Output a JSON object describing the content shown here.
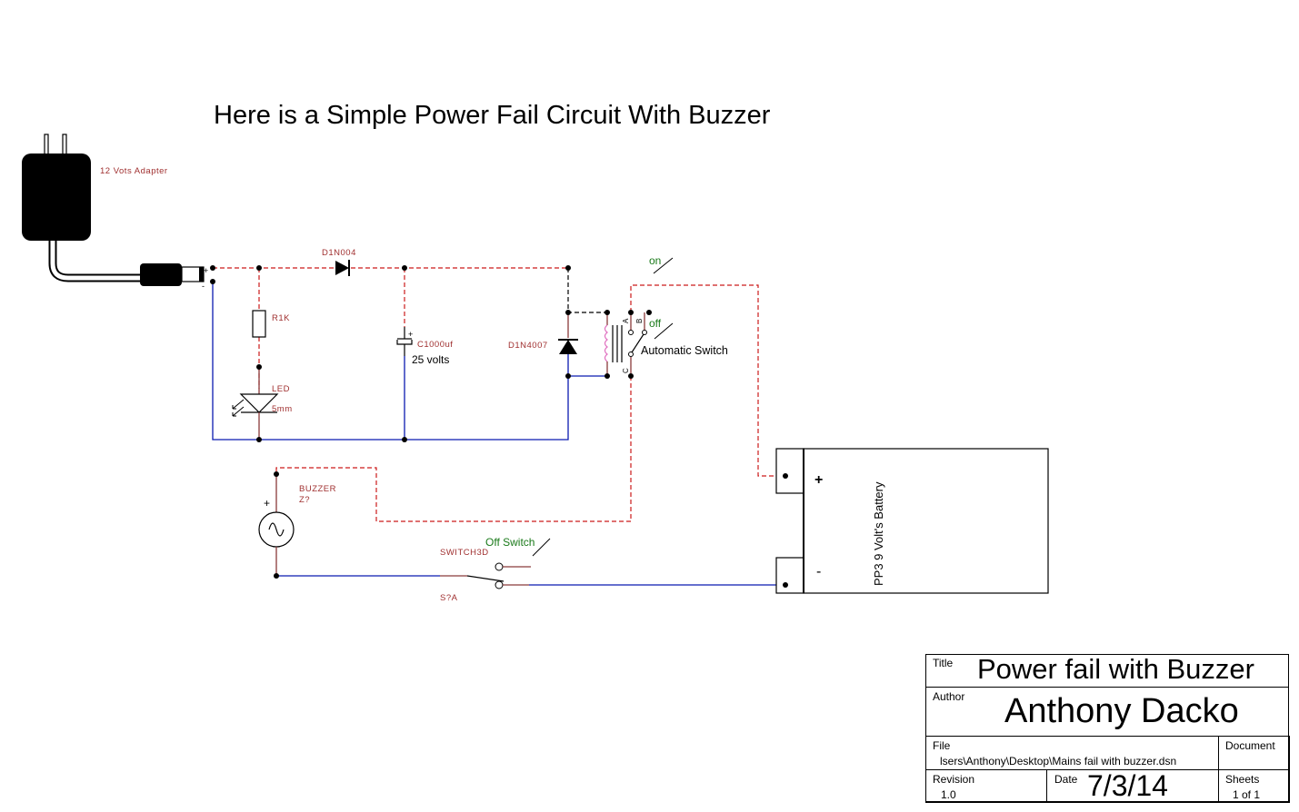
{
  "heading": "Here is a Simple Power Fail Circuit With Buzzer",
  "components": {
    "adapter": "12 Vots Adapter",
    "adapter_plus": "+",
    "adapter_minus": "-",
    "diode1": "D1N004",
    "resistor": "R1K",
    "led": "LED",
    "led_size": "5mm",
    "capacitor": "C1000uf",
    "capacitor_voltage": "25 volts",
    "capacitor_plus": "+",
    "diode2": "D1N4007",
    "relay_pin_a": "A",
    "relay_pin_b": "B",
    "relay_pin_c": "C",
    "relay_on": "on",
    "relay_off": "off",
    "relay_label": "Automatic Switch",
    "buzzer": "BUZZER",
    "buzzer_ref": "Z?",
    "buzzer_plus": "+",
    "switch": "SWITCH3D",
    "switch_ref": "S?A",
    "switch_label": "Off Switch",
    "battery": "PP3 9 Volt's Battery",
    "battery_plus": "+",
    "battery_minus": "-"
  },
  "title_block": {
    "title_caption": "Title",
    "title": "Power fail with Buzzer",
    "author_caption": "Author",
    "author": "Anthony Dacko",
    "file_caption": "File",
    "file": "lsers\\Anthony\\Desktop\\Mains fail with buzzer.dsn",
    "document_caption": "Document",
    "revision_caption": "Revision",
    "revision": "1.0",
    "date_caption": "Date",
    "date": "7/3/14",
    "sheets_caption": "Sheets",
    "sheets": "1 of 1"
  },
  "colors": {
    "positive_wire": "#cc1a1a",
    "negative_wire": "#0a1ab0",
    "component_label": "#a03030",
    "switch_label": "#1a7a1a"
  }
}
